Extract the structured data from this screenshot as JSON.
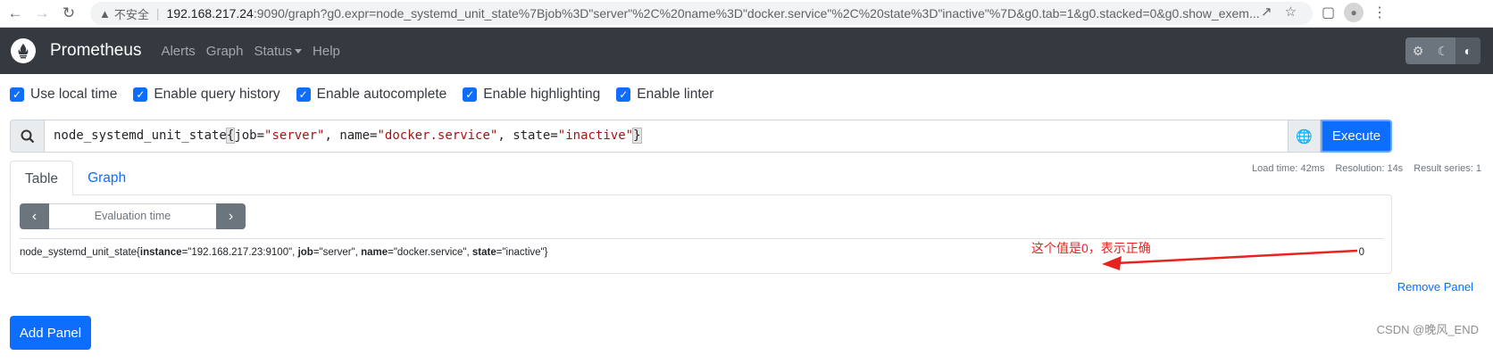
{
  "browser": {
    "insecure_label": "不安全",
    "url_host": "192.168.217.24",
    "url_rest": ":9090/graph?g0.expr=node_systemd_unit_state%7Bjob%3D\"server\"%2C%20name%3D\"docker.service\"%2C%20state%3D\"inactive\"%7D&g0.tab=1&g0.stacked=0&g0.show_exem..."
  },
  "navbar": {
    "brand": "Prometheus",
    "links": [
      "Alerts",
      "Graph",
      "Status",
      "Help"
    ]
  },
  "options": [
    "Use local time",
    "Enable query history",
    "Enable autocomplete",
    "Enable highlighting",
    "Enable linter"
  ],
  "query": {
    "metric": "node_systemd_unit_state",
    "open_brace": "{",
    "label1_key": "job=",
    "label1_val": "\"server\"",
    "comma1": ", ",
    "label2_key": "name=",
    "label2_val": "\"docker.service\"",
    "comma2": ", ",
    "label3_key": "state=",
    "label3_val": "\"inactive\"",
    "close_brace": "}",
    "execute_label": "Execute"
  },
  "tabs": {
    "table": "Table",
    "graph": "Graph"
  },
  "stats": {
    "load_time": "Load time: 42ms",
    "resolution": "Resolution: 14s",
    "result_series": "Result series: 1"
  },
  "eval": {
    "placeholder": "Evaluation time"
  },
  "result": {
    "metric": "node_systemd_unit_state{",
    "k1": "instance",
    "v1": "=\"192.168.217.23:9100\", ",
    "k2": "job",
    "v2": "=\"server\", ",
    "k3": "name",
    "v3": "=\"docker.service\", ",
    "k4": "state",
    "v4": "=\"inactive\"}",
    "value": "0"
  },
  "annotation": "这个值是0，表示正确",
  "remove_panel": "Remove Panel",
  "add_panel": "Add Panel",
  "watermark": "CSDN @晚风_END",
  "colors": {
    "navbar": "#343a40",
    "primary": "#0d6efd",
    "annotation": "#e8231f"
  }
}
